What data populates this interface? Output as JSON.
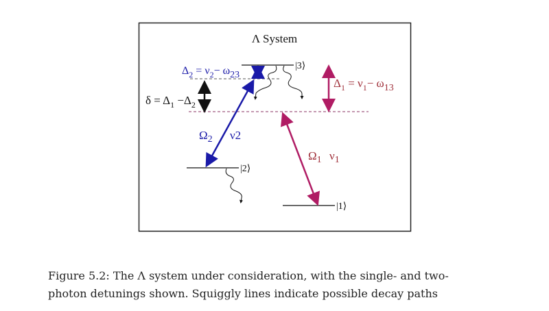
{
  "figure": {
    "title": "Λ System",
    "levels": {
      "level3": "|3⟩",
      "level2": "|2⟩",
      "level1": "|1⟩"
    },
    "labels": {
      "delta2": {
        "base": "Δ",
        "sub": "2",
        "rest1": " = ν",
        "sub2": "2",
        "rest2": "− ω",
        "sub3": "23"
      },
      "delta1": {
        "base": "Δ",
        "sub": "1",
        "rest1": " = ν",
        "sub2": "1",
        "rest2": "− ω",
        "sub3": "13"
      },
      "two_photon": {
        "base": "δ = Δ",
        "sub": "1",
        "rest1": " −Δ",
        "sub2": "2"
      },
      "field2": {
        "omega": "Ω",
        "omega_sub": "2",
        "nu": "ν2"
      },
      "field1": {
        "omega": "Ω",
        "omega_sub": "1",
        "nu": "ν",
        "nu_sub": "1"
      }
    },
    "colors": {
      "blue": "#1a1aa8",
      "magenta": "#b01c64",
      "label_red": "#a0303a",
      "black": "#111111"
    }
  },
  "caption": {
    "line1": "Figure 5.2: The Λ system under consideration, with the single- and two-",
    "line2": "photon detunings shown. Squiggly lines indicate possible decay paths"
  }
}
